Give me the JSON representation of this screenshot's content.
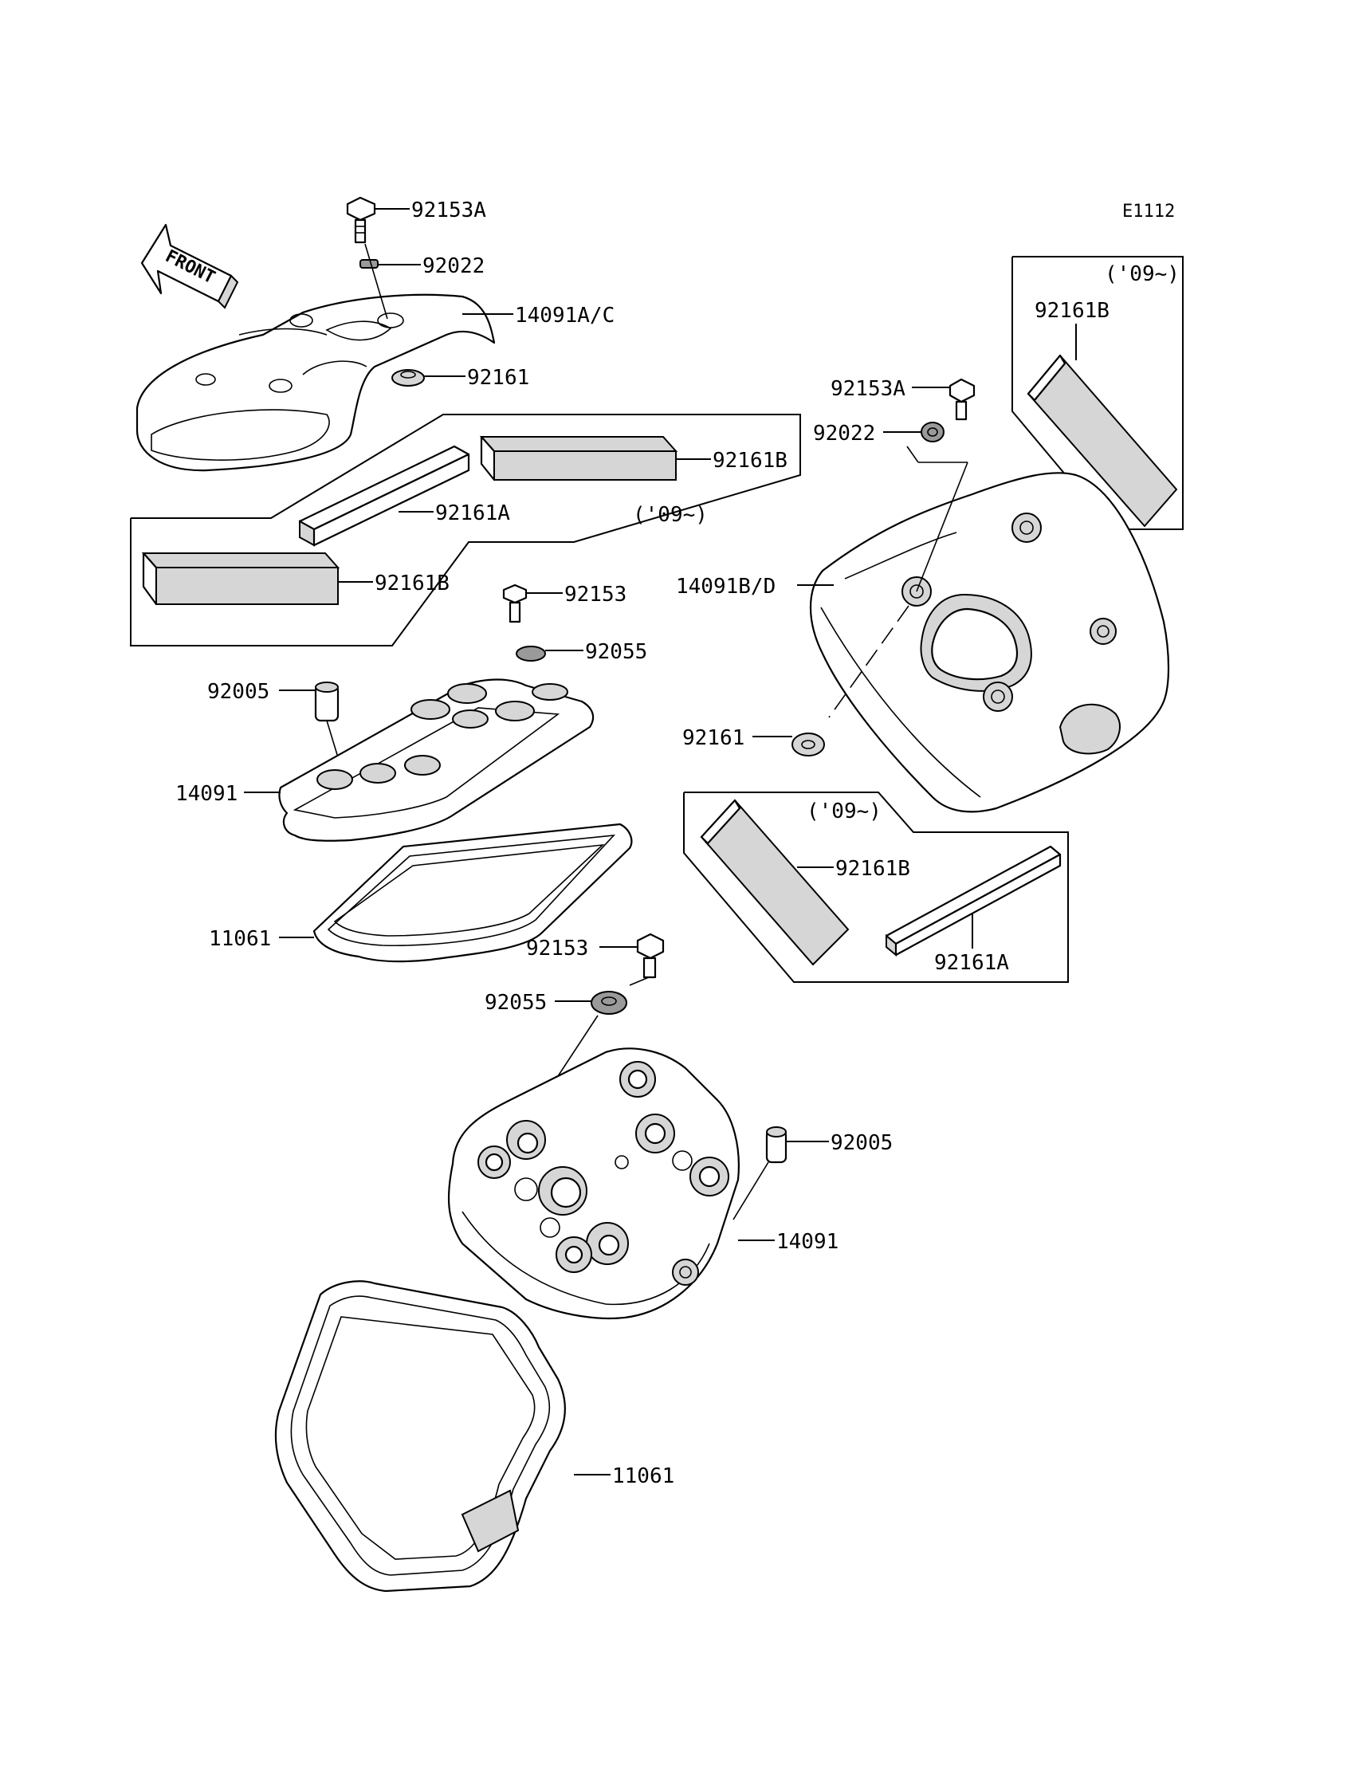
{
  "diagram_code": "E1112",
  "front_label": "FRONT",
  "labels": {
    "top_bolt": "92153A",
    "top_washer": "92022",
    "front_cover": "14091A/C",
    "front_grommet": "92161",
    "front_strip_b_upper": "92161B",
    "front_strip_a": "92161A",
    "front_year_note": "('09~)",
    "front_strip_b_lower": "92161B",
    "upper_cap_bolt": "92153",
    "upper_cap_washer": "92055",
    "upper_dowel": "92005",
    "upper_head_cover": "14091",
    "upper_gasket": "11061",
    "rear_year_note_top": "('09~)",
    "rear_strip_b_top": "92161B",
    "rear_bolt": "92153A",
    "rear_washer": "92022",
    "rear_cover": "14091B/D",
    "rear_grommet": "92161",
    "rear_year_note_bottom": "('09~)",
    "rear_strip_b_bottom": "92161B",
    "rear_strip_a_bottom": "92161A",
    "lower_cap_bolt": "92153",
    "lower_cap_washer": "92055",
    "lower_dowel": "92005",
    "lower_head_cover": "14091",
    "lower_gasket": "11061"
  }
}
